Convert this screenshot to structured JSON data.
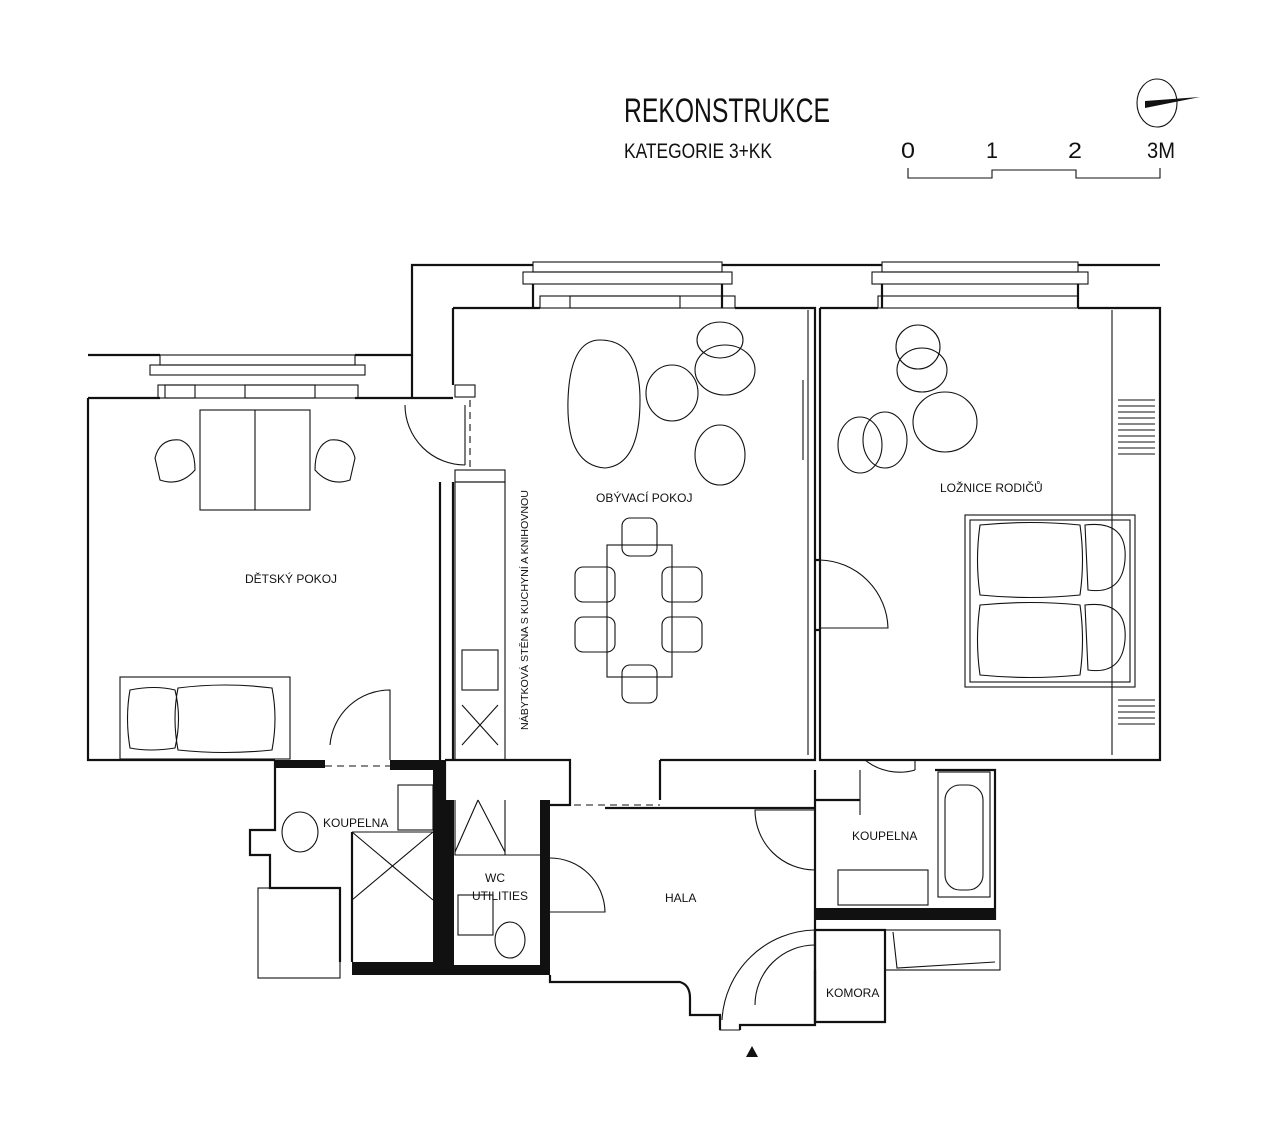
{
  "header": {
    "title": "REKONSTRUKCE",
    "subtitle": "KATEGORIE 3+KK"
  },
  "scale_bar": {
    "labels": [
      "0",
      "1",
      "2",
      "3M"
    ]
  },
  "north_arrow": {
    "icon": "north-arrow-icon"
  },
  "rooms": {
    "children_room": "DĚTSKÝ POKOJ",
    "living_room": "OBÝVACÍ POKOJ",
    "parents_bedroom": "LOŽNICE RODIČŮ",
    "bathroom_left": "KOUPELNA",
    "wc_line1": "WC",
    "wc_line2": "UTILITIES",
    "hall": "HALA",
    "bathroom_right": "KOUPELNA",
    "storage": "KOMORA",
    "furniture_wall": "NÁBYTKOVÁ STĚNA S KUCHYNÍ A KNIHOVNOU"
  },
  "entrance": {
    "icon": "entrance-arrow-icon"
  }
}
